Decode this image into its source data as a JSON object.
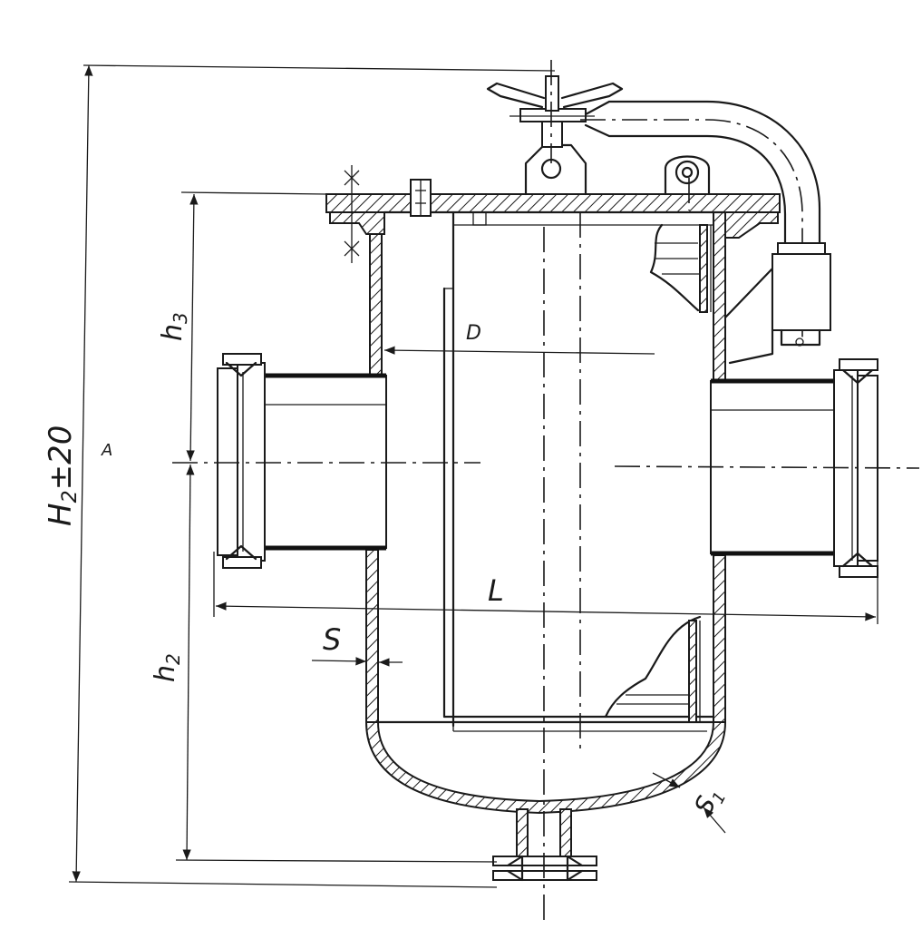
{
  "diagram": {
    "labels": {
      "overall_height": "H",
      "overall_height_sub": "2",
      "overall_height_tol": "±20",
      "datum": "A",
      "h3": "h",
      "h3_sub": "3",
      "h2": "h",
      "h2_sub": "2",
      "diameter": "D",
      "length": "L",
      "wall": "S",
      "bottom_wall": "S",
      "bottom_wall_sub": "1"
    }
  }
}
